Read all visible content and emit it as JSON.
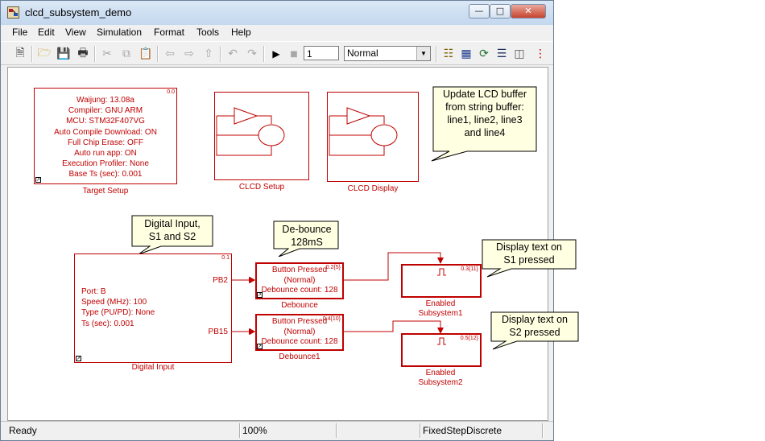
{
  "window": {
    "title": "clcd_subsystem_demo"
  },
  "menu": [
    "File",
    "Edit",
    "View",
    "Simulation",
    "Format",
    "Tools",
    "Help"
  ],
  "toolbar": {
    "stop_time": "1",
    "sim_mode": "Normal"
  },
  "status": {
    "state": "Ready",
    "zoom": "100%",
    "solver": "FixedStepDiscrete"
  },
  "blocks": {
    "target_setup": {
      "lines": [
        "Waijung: 13.08a",
        "Compiler: GNU ARM",
        "MCU: STM32F407VG",
        "Auto Compile Download: ON",
        "Full Chip Erase: OFF",
        "Auto run app: ON",
        "Execution Profiler: None",
        "Base Ts (sec): 0.001"
      ],
      "tag": "0.0",
      "label": "Target Setup"
    },
    "clcd_setup": {
      "label": "CLCD Setup"
    },
    "clcd_display": {
      "label": "CLCD Display"
    },
    "digital_input": {
      "lines": [
        "Port: B",
        "Speed (MHz): 100",
        "Type (PU/PD): None",
        "Ts (sec): 0.001"
      ],
      "tag": "0.1",
      "port1": "PB2",
      "port2": "PB15",
      "label": "Digital Input"
    },
    "debounce": {
      "lines": [
        "Button Pressed",
        "(Normal)",
        "Debounce count: 128"
      ],
      "tag": "0.2{5}",
      "label": "Debounce"
    },
    "debounce1": {
      "lines": [
        "Button Pressed",
        "(Normal)",
        "Debounce count: 128"
      ],
      "tag": "0.4{10}",
      "label": "Debounce1"
    },
    "enabled1": {
      "tag": "0.3{11}",
      "label1": "Enabled",
      "label2": "Subsystem1"
    },
    "enabled2": {
      "tag": "0.5{12}",
      "label1": "Enabled",
      "label2": "Subsystem2"
    }
  },
  "notes": {
    "lcd": [
      "Update LCD buffer",
      "from string buffer:",
      "line1, line2, line3",
      "and line4"
    ],
    "digital": [
      "Digital Input,",
      "S1 and S2"
    ],
    "debounce": [
      "De-bounce",
      "128mS"
    ],
    "s1": [
      "Display text on",
      "S1 pressed"
    ],
    "s2": [
      "Display text on",
      "S2 pressed"
    ]
  }
}
